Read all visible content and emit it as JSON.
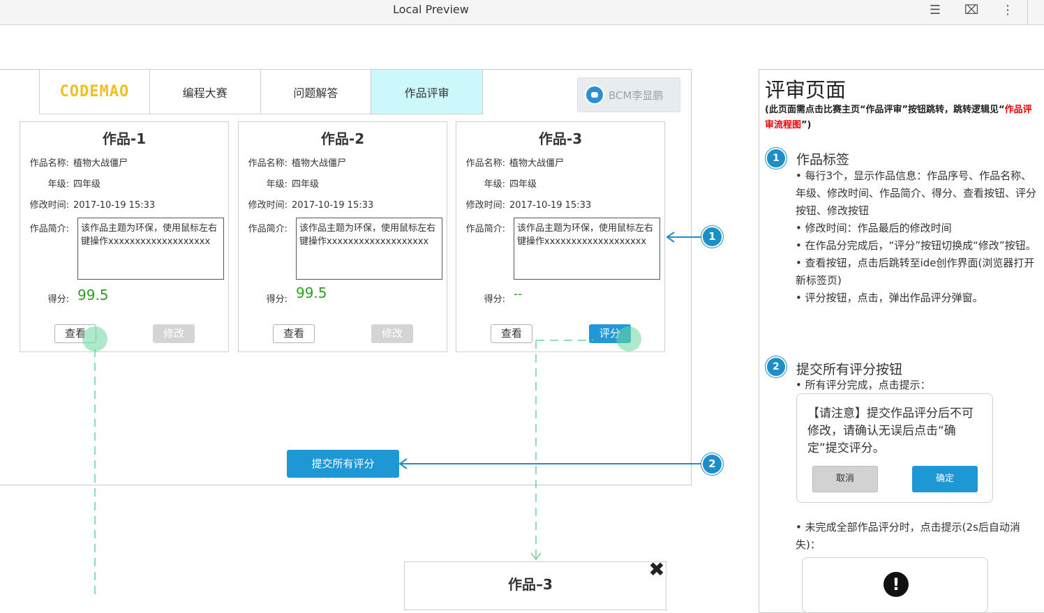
{
  "window": {
    "title": "Local Preview"
  },
  "nav": {
    "logo": "CODEMAO",
    "items": [
      "编程大赛",
      "问题解答",
      "作品评审"
    ],
    "active": "作品评审"
  },
  "user": {
    "name": "BCM李显鹏"
  },
  "cards": [
    {
      "title": "作品-1",
      "name_label": "作品名称:",
      "name": "植物大战僵尸",
      "grade_label": "年级:",
      "grade": "四年级",
      "time_label": "修改时间:",
      "time": "2017-10-19  15:33",
      "desc_label": "作品简介:",
      "desc": "该作品主题为环保，使用鼠标左右键操作xxxxxxxxxxxxxxxxxxx",
      "score_label": "得分:",
      "score": "99.5",
      "view_label": "查看",
      "action_label": "修改"
    },
    {
      "title": "作品-2",
      "name_label": "作品名称:",
      "name": "植物大战僵尸",
      "grade_label": "年级:",
      "grade": "四年级",
      "time_label": "修改时间:",
      "time": "2017-10-19  15:33",
      "desc_label": "作品简介:",
      "desc": "该作品主题为环保，使用鼠标左右键操作xxxxxxxxxxxxxxxxxxx",
      "score_label": "得分:",
      "score": "99.5",
      "view_label": "查看",
      "action_label": "修改"
    },
    {
      "title": "作品-3",
      "name_label": "作品名称:",
      "name": "植物大战僵尸",
      "grade_label": "年级:",
      "grade": "四年级",
      "time_label": "修改时间:",
      "time": "2017-10-19  15:33",
      "desc_label": "作品简介:",
      "desc": "该作品主题为环保，使用鼠标左右键操作xxxxxxxxxxxxxxxxxxx",
      "score_label": "得分:",
      "score": "--",
      "view_label": "查看",
      "action_label": "评分"
    }
  ],
  "submit": {
    "label": "提交所有评分"
  },
  "markers": [
    "1",
    "2"
  ],
  "popup": {
    "title": "作品–3"
  },
  "panel": {
    "title": "评审页面",
    "note_prefix": "(此页面需点击比赛主页“作品评审”按钮跳转，跳转逻辑见“",
    "note_link": "作品评审流程图",
    "note_suffix": "”)",
    "section1": {
      "num": "1",
      "heading": "作品标签",
      "lines": [
        "• 每行3个，显示作品信息：作品序号、作品名称、年级、修改时间、作品简介、得分、查看按钮、评分按钮、修改按钮",
        "• 修改时间：作品最后的修改时间",
        "• 在作品分完成后，“评分”按钮切换成“修改”按钮。",
        "• 查看按钮，点击后跳转至ide创作界面(浏览器打开新标签页)",
        "• 评分按钮，点击，弹出作品评分弹窗。"
      ]
    },
    "section2": {
      "num": "2",
      "heading": "提交所有评分按钮",
      "line1": "• 所有评分完成，点击提示：",
      "dialog_msg": "【请注意】提交作品评分后不可修改，请确认无误后点击“确定”提交评分。",
      "cancel": "取消",
      "ok": "确定",
      "line2": "• 未完成全部作品评分时，点击提示(2s后自动消失)："
    }
  },
  "colors": {
    "accent": "#1e98d4",
    "score": "#2aa21c",
    "nav_active": "#ccf7fb",
    "link": "#ee0000"
  }
}
